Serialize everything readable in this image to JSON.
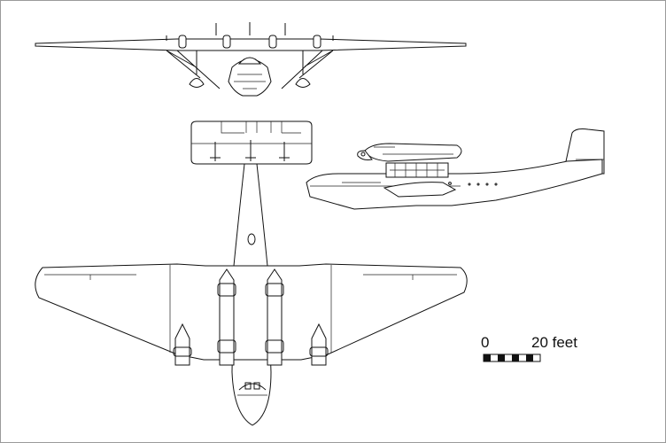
{
  "scale_bar": {
    "start_label": "0",
    "end_label": "20 feet",
    "segments": 8
  }
}
